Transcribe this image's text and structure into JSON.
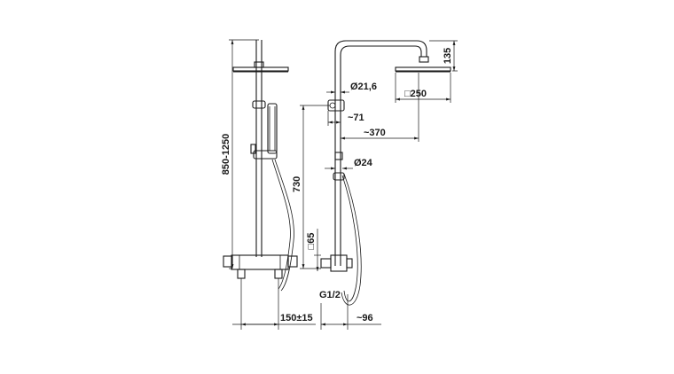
{
  "labels": {
    "total_height": "850-1250",
    "rail_height": "730",
    "head_drop": "135",
    "pipe_diameter": "Ø21,6",
    "head_size": "□250",
    "handle_offset": "~71",
    "arm_reach": "~370",
    "riser_diameter": "Ø24",
    "mixer_box": "□65",
    "thread": "G1/2",
    "inlet_spacing": "150±15",
    "wall_offset": "~96"
  },
  "colors": {
    "line": "#1a1a1a",
    "background": "#ffffff"
  }
}
